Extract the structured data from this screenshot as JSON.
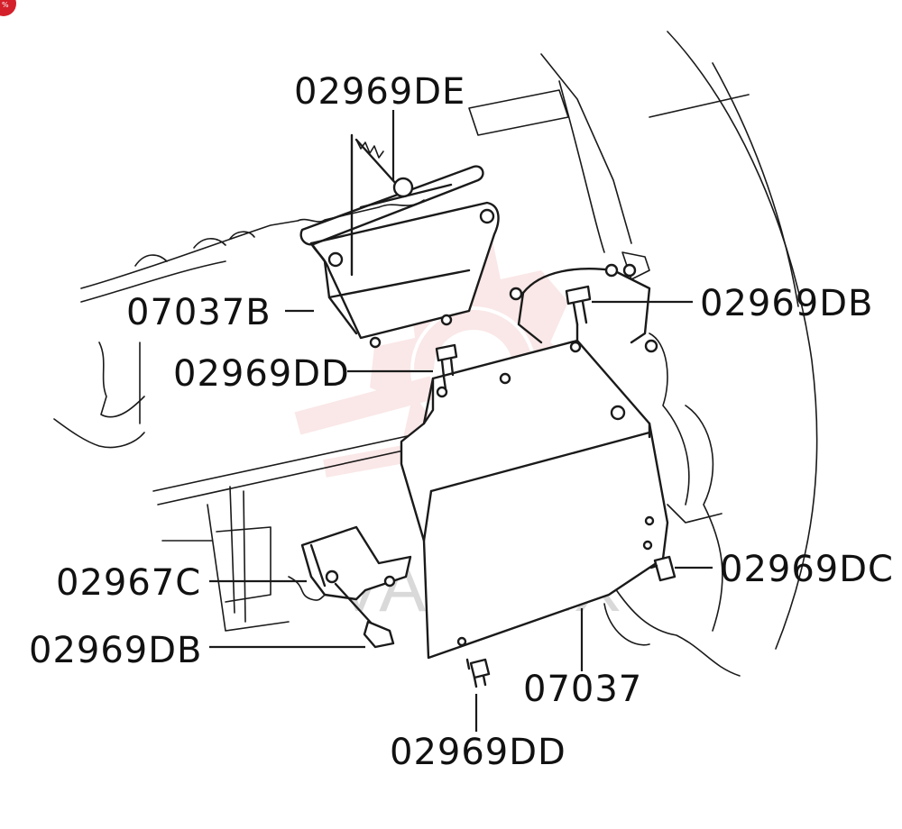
{
  "diagram": {
    "colors": {
      "line": "#1a1a1a",
      "watermark": "#f2b8b8",
      "watermark_text": "#d9d9d9",
      "corner_badge": "#d4202a"
    },
    "watermark_text": "VANTEX",
    "corner_badge_icon": "logo-icon",
    "labels": {
      "top_bolt": "02969DE",
      "bracket": "07037B",
      "bracket_bolt": "02969DD",
      "right_bolt_top": "02969DB",
      "right_bolt_low": "02969DC",
      "lower_bracket": "02967C",
      "lower_bolt": "02969DB",
      "cover": "07037",
      "bottom_bolt": "02969DD"
    }
  }
}
